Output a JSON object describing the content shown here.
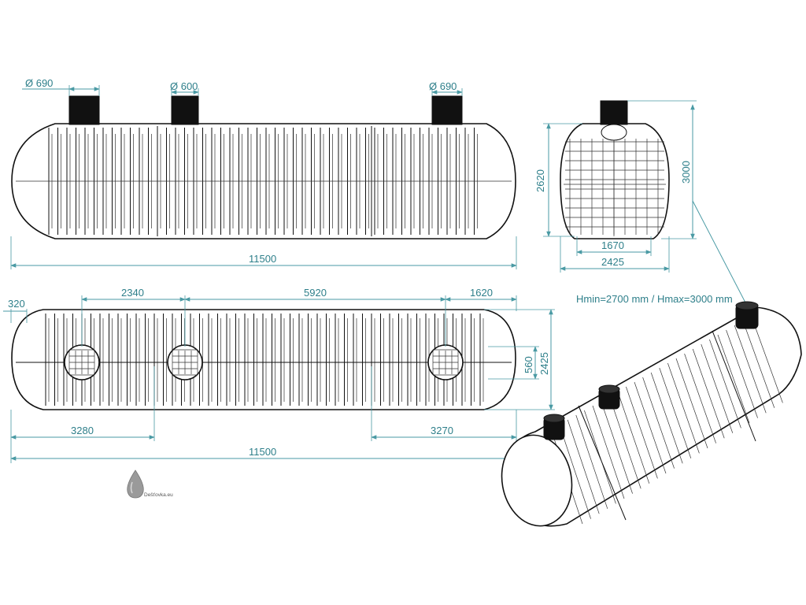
{
  "top_view_dims": {
    "d_left": "Ø 690",
    "d_mid": "Ø 600",
    "d_right": "Ø 690",
    "length": "11500"
  },
  "side_view_dims": {
    "height_inner": "2620",
    "height_total": "3000",
    "width_base": "1670",
    "width_total": "2425"
  },
  "plan_view_dims": {
    "left_offset": "320",
    "seg_a": "2340",
    "seg_b": "5920",
    "seg_c": "1620",
    "opening": "560",
    "width": "2425",
    "left_bottom": "3280",
    "right_bottom": "3270",
    "length": "11500"
  },
  "note": "Hmin=2700 mm / Hmax=3000 mm",
  "logo": {
    "text": "Dešťovka.eu"
  },
  "colors": {
    "dimension": "#2e7f8a",
    "outline": "#111111"
  }
}
